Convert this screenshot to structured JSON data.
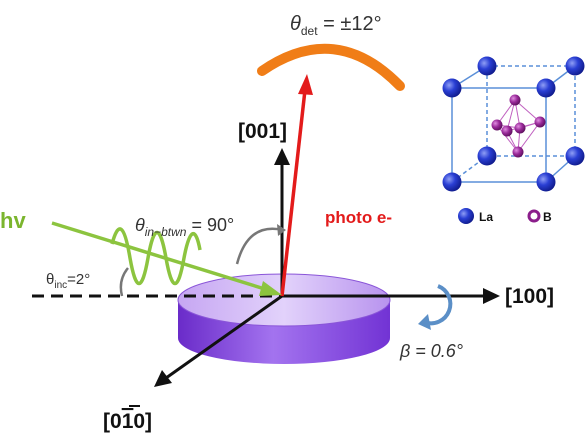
{
  "labels": {
    "theta_det_symbol": "θ",
    "theta_det_sub": "det",
    "theta_det_value": " = ±12°",
    "axis_001": "[001]",
    "axis_100": "[100]",
    "axis_0_1_0_open": "[0",
    "axis_0_1_0_bar": "1",
    "axis_0_1_0_close": "0]",
    "photo_e": "photo e-",
    "hv": "hv",
    "theta_btwn_symbol": "θ",
    "theta_btwn_sub": "in−btwn",
    "theta_btwn_value": " = 90°",
    "theta_inc_symbol": "θ",
    "theta_inc_sub": "inc",
    "theta_inc_value": "=2°",
    "beta": "β = 0.6°",
    "legend_la": "La",
    "legend_b": "B"
  },
  "colors": {
    "photoelectron_arrow": "#e31b1b",
    "detector_arc": "#f07d17",
    "photon_beam": "#8cc43f",
    "sample_disc": "#9b57e6",
    "la_atom": "#1c2ec4",
    "b_atom": "#8b1e8b",
    "rotation_arrow": "#5b8fc7",
    "axes": "#111111"
  },
  "icons": {
    "rotation": "circular-arrow-icon",
    "wave": "sine-wave-icon"
  }
}
